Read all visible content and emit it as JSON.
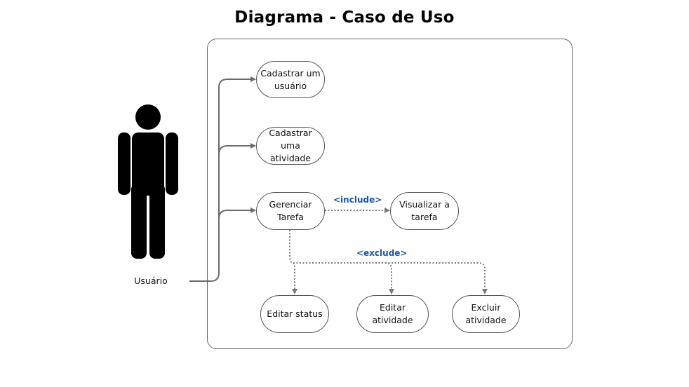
{
  "title": "Diagrama - Caso de Uso",
  "actor": {
    "name": "Usuário",
    "icon": "person-icon"
  },
  "use_cases": {
    "cadastrar_usuario": "Cadastrar um\nusuário",
    "cadastrar_atividade": "Cadastrar uma\natividade",
    "gerenciar_tarefa": "Gerenciar\nTarefa",
    "visualizar_tarefa": "Visualizar a\ntarefa",
    "editar_status": "Editar status",
    "editar_atividade": "Editar atividade",
    "excluir_atividade": "Excluir\natividade"
  },
  "relationships": {
    "include_label": "<include>",
    "exclude_label": "<exclude>"
  },
  "colors": {
    "stereotype": "#1a56a6",
    "lines": "#6b6b6b",
    "actor": "#000000"
  }
}
